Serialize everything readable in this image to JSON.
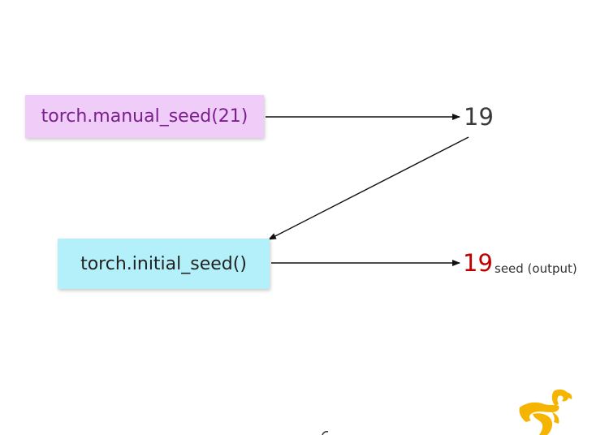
{
  "diagram": {
    "manual_seed_call": "torch.manual_seed(21)",
    "initial_seed_call": "torch.initial_seed()",
    "top_value": "19",
    "bottom_value": "19",
    "bottom_caption": "seed (output)"
  },
  "colors": {
    "manual_box_bg": "#f0ccf8",
    "manual_box_text": "#7b1f8e",
    "initial_box_bg": "#b3f0fa",
    "output_value": "#c00000",
    "mascot": "#f5b400"
  },
  "icons": {
    "mascot": "mascot-logo-icon"
  }
}
